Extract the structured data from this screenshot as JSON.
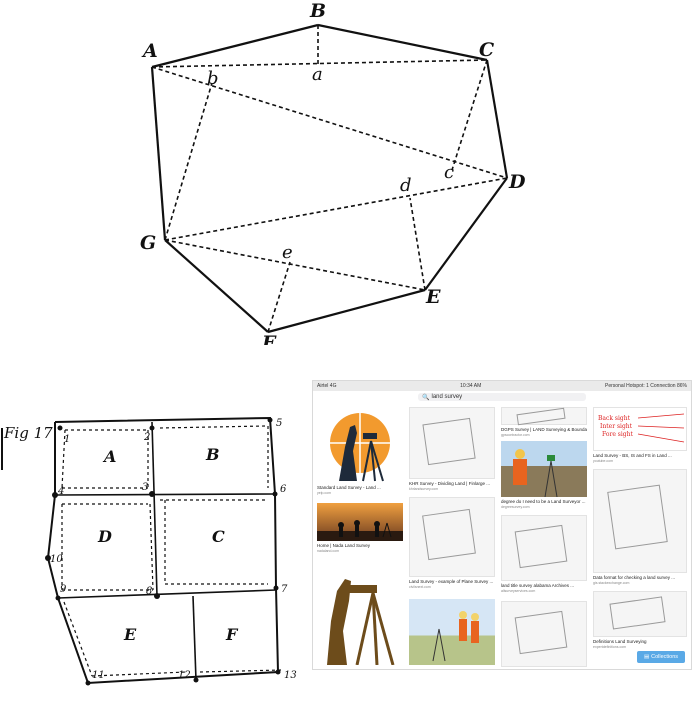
{
  "polygon": {
    "vertex_labels": {
      "A": "A",
      "B": "B",
      "C": "C",
      "D": "D",
      "E": "E",
      "F": "F",
      "G": "G"
    },
    "inner_labels": {
      "a": "a",
      "b": "b",
      "c": "c",
      "d": "d",
      "e": "e"
    }
  },
  "plot": {
    "figure_label": "Fig 17",
    "lot_labels": [
      "A",
      "B",
      "C",
      "D",
      "E",
      "F"
    ],
    "station_numbers": [
      "1",
      "2",
      "3",
      "4",
      "5",
      "6",
      "7",
      "8",
      "9",
      "10",
      "11",
      "12",
      "13"
    ]
  },
  "search": {
    "status": {
      "carrier": "Airtel",
      "network": "4G",
      "time": "10:34 AM",
      "hotspot": "Personal Hotspot: 1 Connection",
      "battery": "86%"
    },
    "query": "land survey",
    "results": [
      {
        "caption": "Standard Land Survey - Land ...",
        "source": "yelp.com"
      },
      {
        "caption": "Home | Nada Land Survey",
        "source": "nadaland.com"
      },
      {
        "caption": "KHR Survey - Dividing Land | Finlarge ...",
        "source": "khrlandsurvey.com"
      },
      {
        "caption": "Land Survey - example of Plane Survey ...",
        "source": "civilsnext.com"
      },
      {
        "caption": "DGPS Survey | LAND Surveying & Boundary",
        "source": "gpscontractor.com"
      },
      {
        "caption": "degree do I need to be a Land Surveyor ...",
        "source": "degreesurvey.com"
      },
      {
        "caption": "land title survey alabama Archives ...",
        "source": "allsurveyservices.com"
      },
      {
        "caption": "Land Survey - BS, IS and FS in Land ...",
        "source": "youtube.com"
      },
      {
        "caption": "Data format for checking a land survey ...",
        "source": "gis.stackexchange.com"
      },
      {
        "caption": "Definitions Land Surveying",
        "source": "expertdefinitions.com"
      }
    ],
    "sight_labels": [
      "Back sight",
      "Inter sight",
      "Fore sight"
    ],
    "collections_label": "Collections"
  },
  "colors": {
    "ink": "#111111",
    "orange_disc": "#f29a2e",
    "sunset_orange": "#e8902c",
    "tripod_brown": "#6d4c1b",
    "vest_orange": "#e8641f",
    "collections_blue": "#5aa9e6"
  }
}
